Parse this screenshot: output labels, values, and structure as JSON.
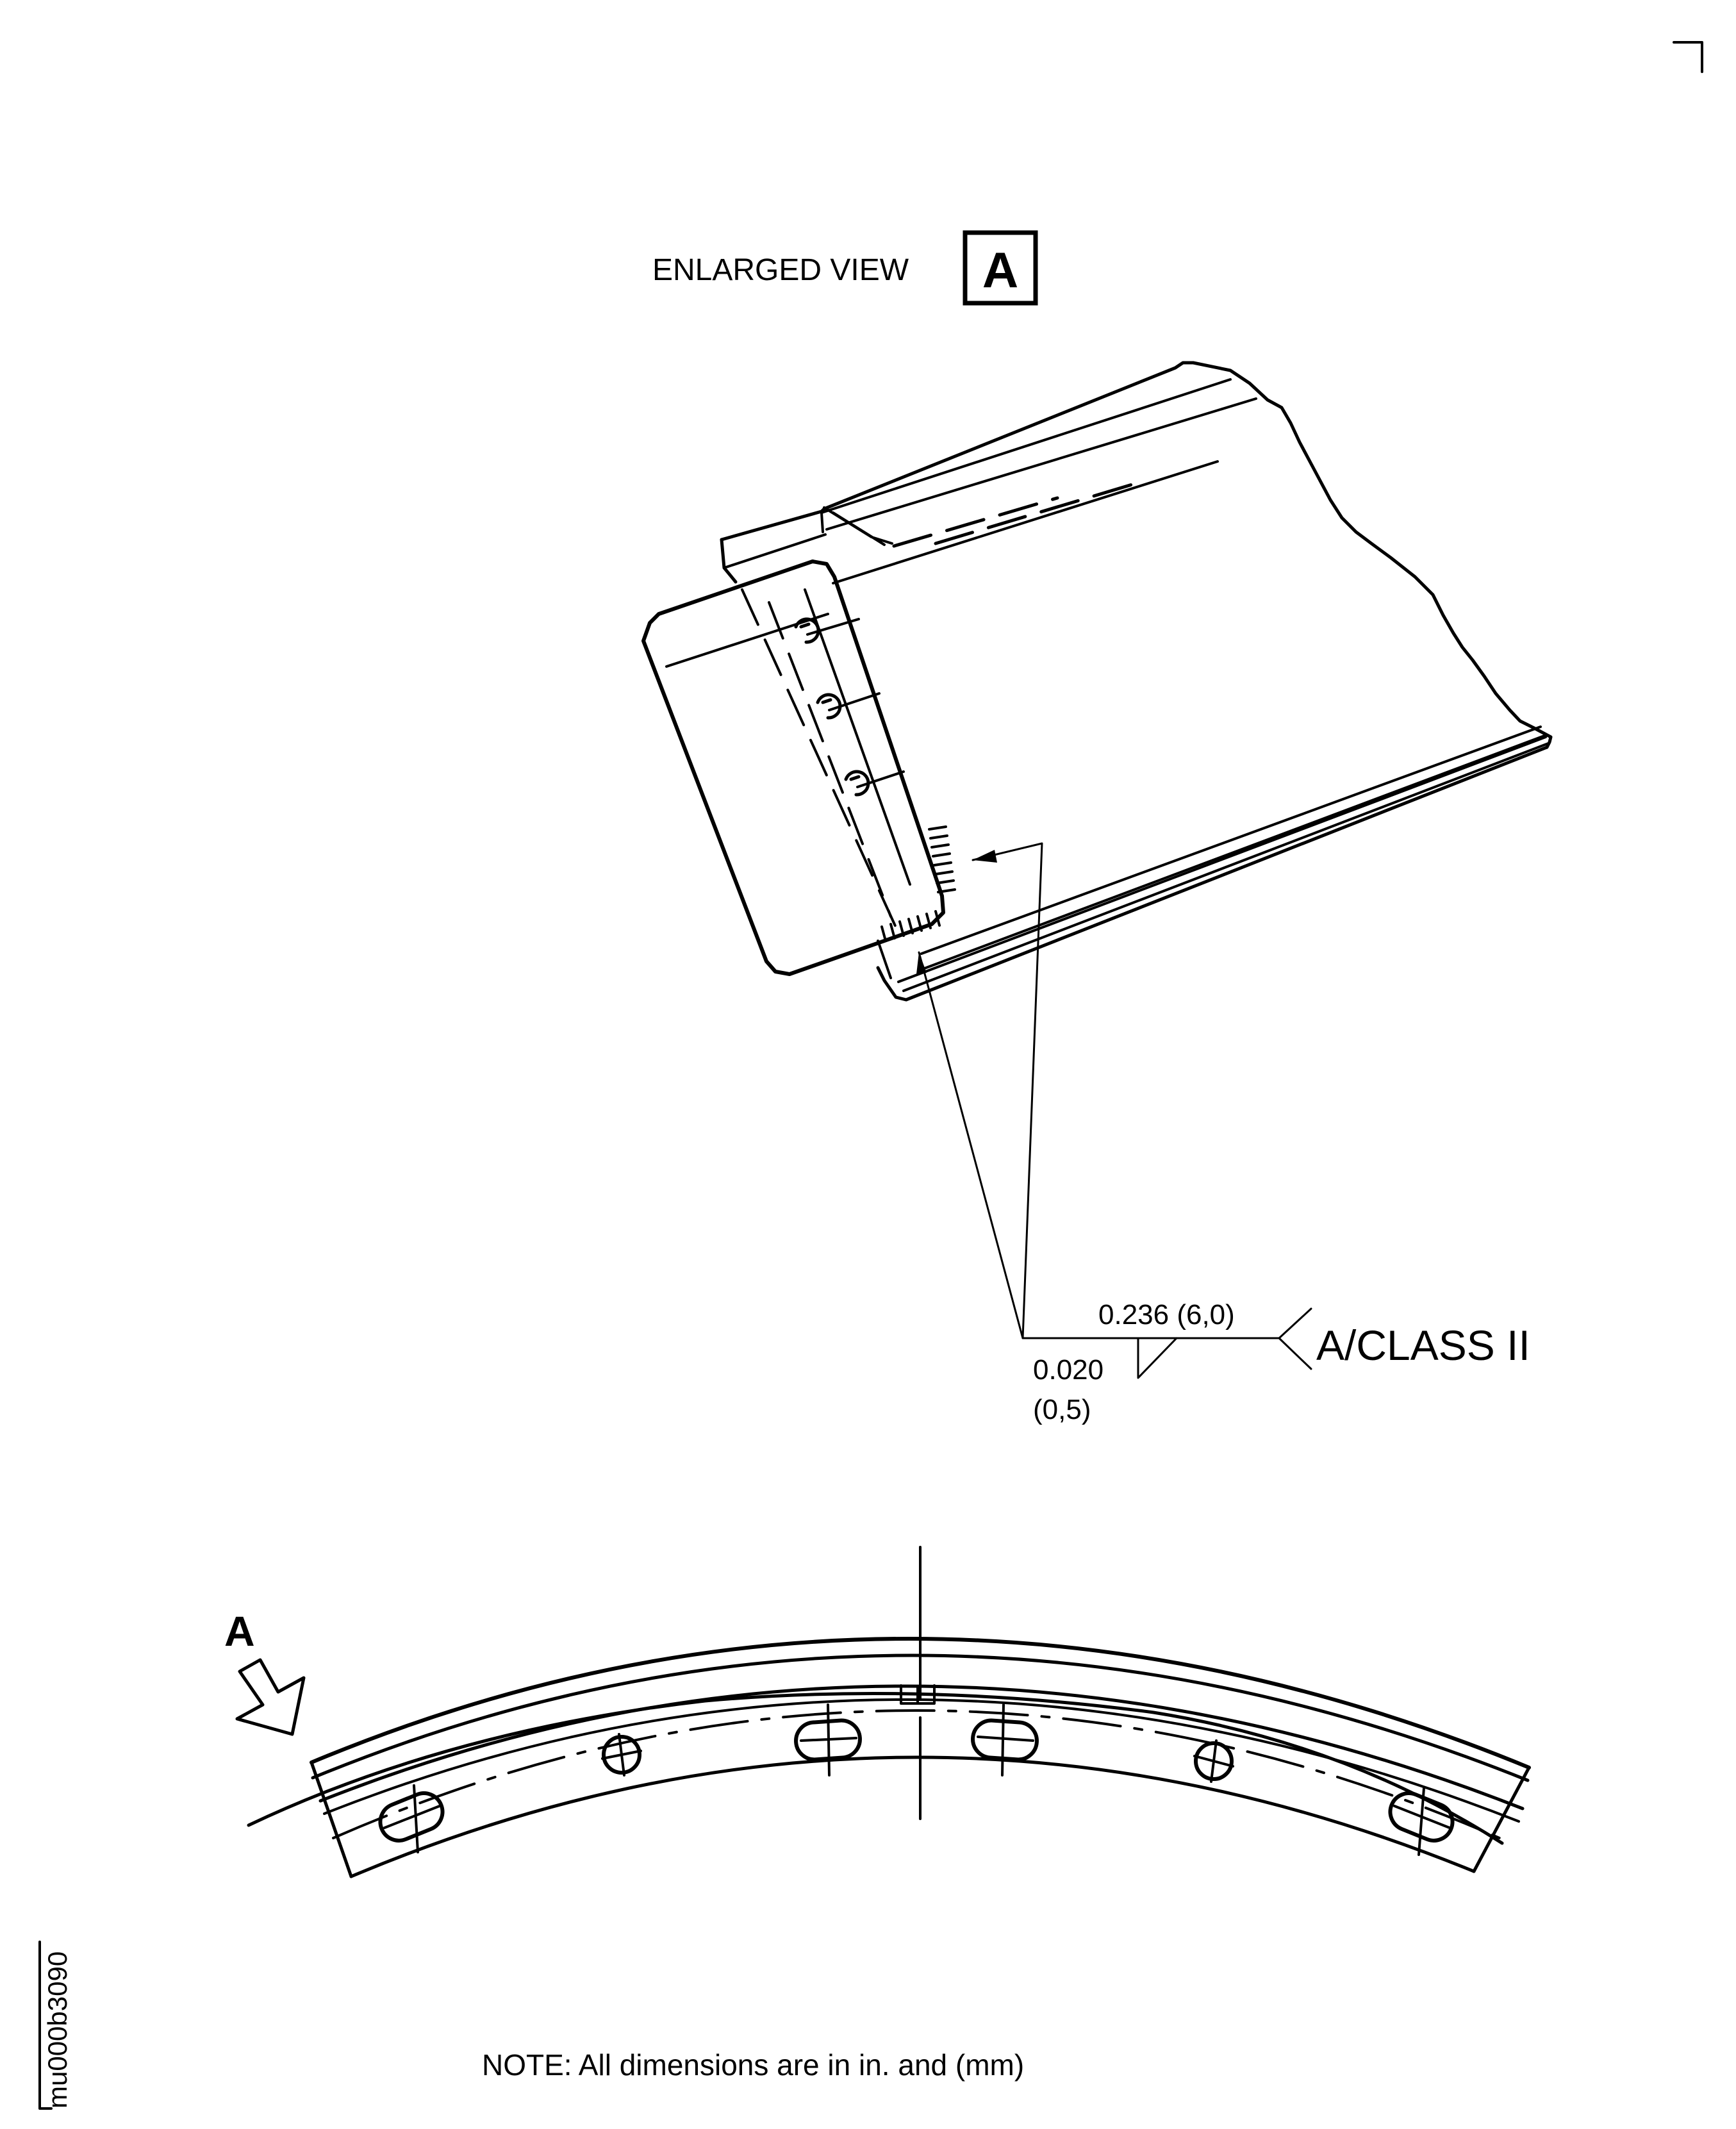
{
  "title": {
    "label": "ENLARGED VIEW",
    "view_letter": "A"
  },
  "weld_symbol": {
    "length": "0.236 (6,0)",
    "size_in": "0.020",
    "size_mm": "(0,5)",
    "spec": "A/CLASS II"
  },
  "ring_view": {
    "view_arrow_letter": "A"
  },
  "note": "NOTE: All dimensions are in in. and (mm)",
  "figure_id": "mu000b3090"
}
